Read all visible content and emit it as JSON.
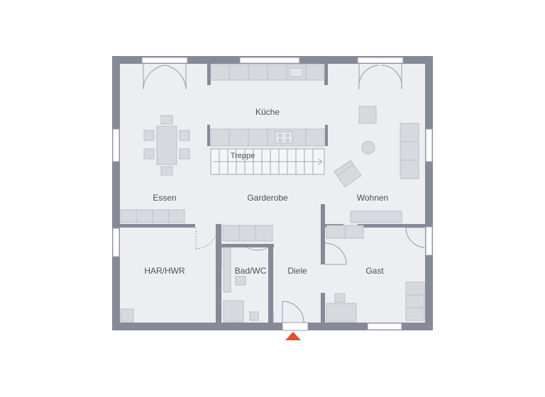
{
  "rooms": {
    "kueche": "Küche",
    "treppe": "Treppe",
    "essen": "Essen",
    "garderobe": "Garderobe",
    "wohnen": "Wohnen",
    "har_hwr": "HAR/HWR",
    "bad_wc": "Bad/WC",
    "diele": "Diele",
    "gast": "Gast"
  },
  "colors": {
    "wall": "#868996",
    "floor": "#edeef2",
    "furniture": "#d8d9df",
    "furniture_edge": "#bcbec7",
    "entrance_marker": "#e0512e"
  },
  "icons": {
    "entrance": "red-triangle-entrance-marker"
  }
}
